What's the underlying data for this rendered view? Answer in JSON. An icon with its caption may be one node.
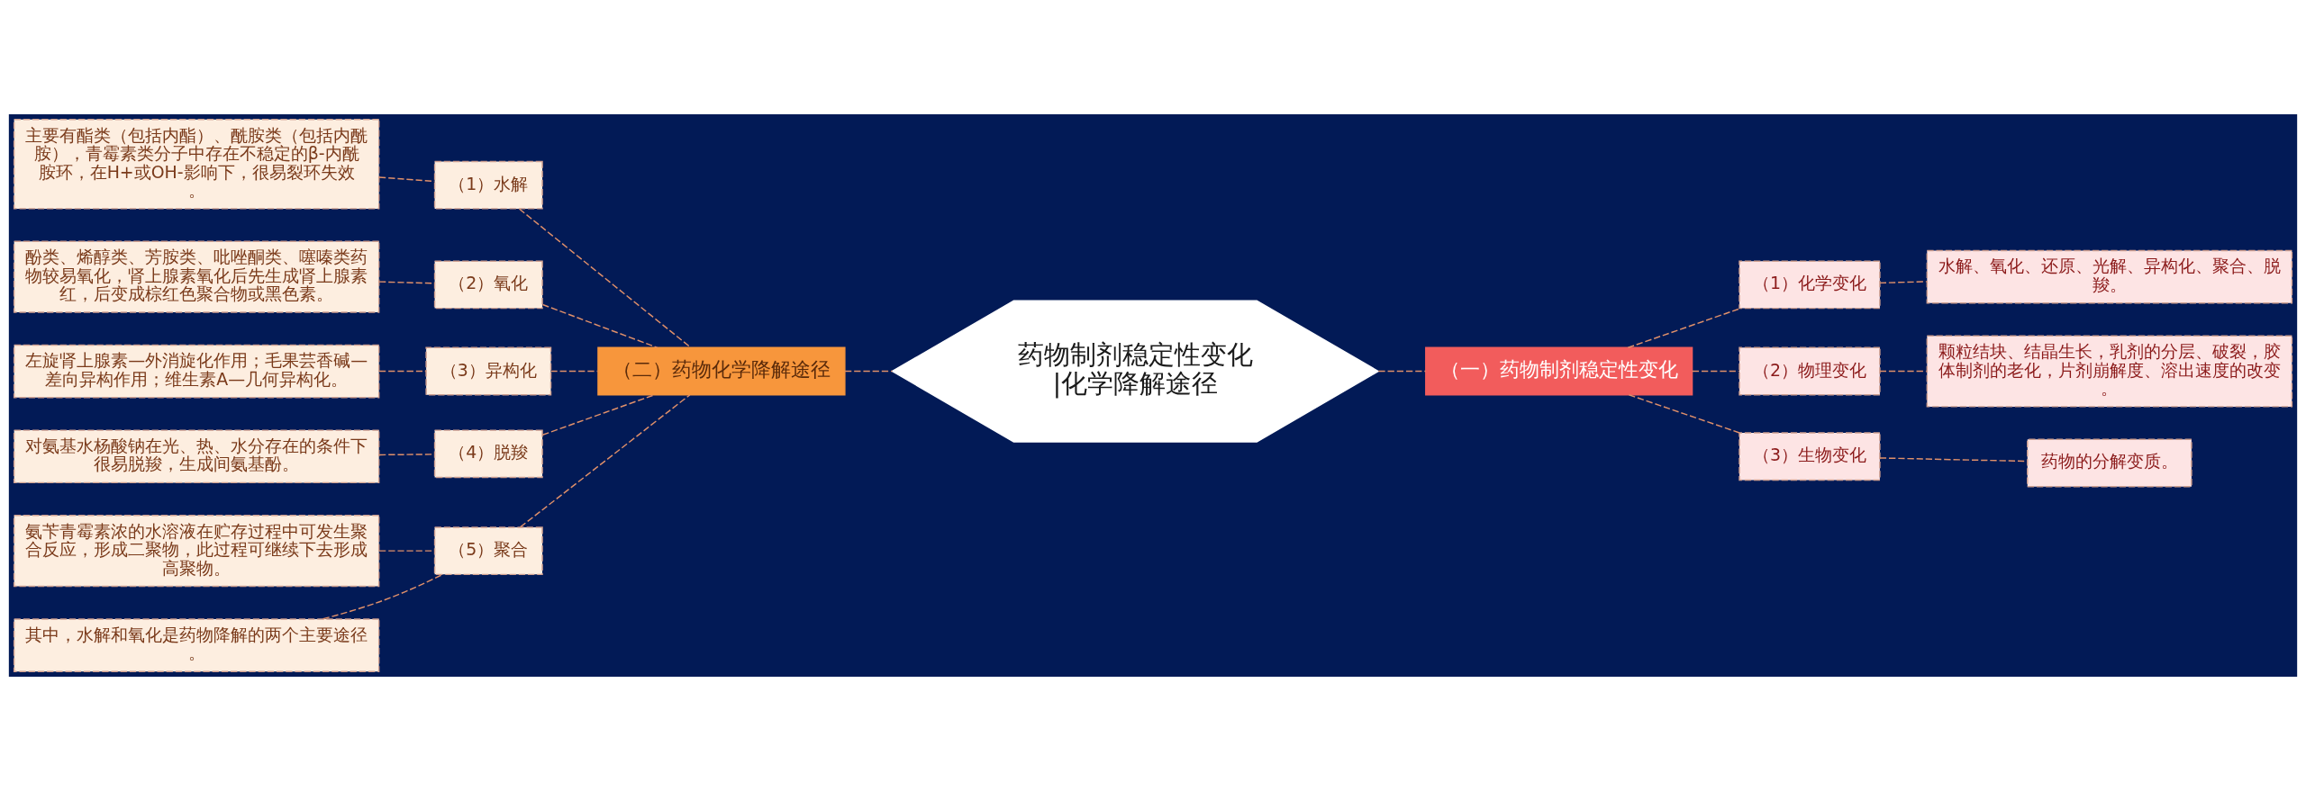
{
  "diagram": {
    "nodes": [
      {
        "text": [
          "药物制剂稳定性变化|化学降解途径"
        ]
      },
      {
        "text": [
          "（一）药物制剂稳定性变化"
        ]
      },
      {
        "text": [
          "（1）化学变化"
        ]
      },
      {
        "text": [
          "水解、氧化、还原、光解、异构化、聚合、脱羧。"
        ]
      },
      {
        "text": [
          "（2）物理变化"
        ]
      },
      {
        "text": [
          "颗粒结块、结晶生长，乳剂的分层、破裂，胶体制剂的老化，片剂崩解度、溶出速度的改变。"
        ]
      },
      {
        "text": [
          "（3）生物变化"
        ]
      },
      {
        "text": [
          "药物的分解变质。"
        ]
      },
      {
        "text": [
          "（二）药物化学降解途径"
        ]
      },
      {
        "text": [
          "（1）水解"
        ]
      },
      {
        "text": [
          "主要有酯类（包括内酯）、酰胺类（包括内酰胺），青霉素类分子中存在不稳定的β-内酰胺环，在H+或OH-影响下，很易裂环失效。"
        ]
      },
      {
        "text": [
          "（2）氧化"
        ]
      },
      {
        "text": [
          "酚类、烯醇类、芳胺类、吡唑酮类、噻嗪类药物较易氧化，肾上腺素氧化后先生成肾上腺素红，后变成棕红色聚合物或黑色素。"
        ]
      },
      {
        "text": [
          "（3）异构化"
        ]
      },
      {
        "text": [
          "左旋肾上腺素—外消旋化作用；毛果芸香碱—差向异构作用；维生素A—几何异构化。"
        ]
      },
      {
        "text": [
          "（4）脱羧"
        ]
      },
      {
        "text": [
          "对氨基水杨酸钠在光、热、水分存在的条件下很易脱羧，生成间氨基酚。"
        ]
      },
      {
        "text": [
          "（5）聚合"
        ]
      },
      {
        "text": [
          "氨苄青霉素浓的水溶液在贮存过程中可发生聚合反应，形成二聚物，此过程可继续下去形成高聚物。"
        ]
      },
      {
        "text": [
          "其中，水解和氧化是药物降解的两个主要途径。"
        ]
      }
    ],
    "edges": [
      {
        "from": 0,
        "to": 1,
        "arrow": "none",
        "style": "dashed"
      },
      {
        "from": 1,
        "to": 2,
        "arrow": "none",
        "style": "dashed"
      },
      {
        "from": 2,
        "to": 3,
        "arrow": "none",
        "style": "dashed"
      },
      {
        "from": 1,
        "to": 4,
        "arrow": "none",
        "style": "dashed"
      },
      {
        "from": 4,
        "to": 5,
        "arrow": "none",
        "style": "dashed"
      },
      {
        "from": 1,
        "to": 6,
        "arrow": "none",
        "style": "dashed"
      },
      {
        "from": 6,
        "to": 7,
        "arrow": "none",
        "style": "dashed"
      },
      {
        "from": 0,
        "to": 8,
        "arrow": "none",
        "style": "dashed"
      },
      {
        "from": 8,
        "to": 9,
        "arrow": "none",
        "style": "dashed"
      },
      {
        "from": 9,
        "to": 10,
        "arrow": "none",
        "style": "dashed"
      },
      {
        "from": 8,
        "to": 11,
        "arrow": "none",
        "style": "dashed"
      },
      {
        "from": 11,
        "to": 12,
        "arrow": "none",
        "style": "dashed"
      },
      {
        "from": 8,
        "to": 13,
        "arrow": "none",
        "style": "dashed"
      },
      {
        "from": 13,
        "to": 14,
        "arrow": "none",
        "style": "dashed"
      },
      {
        "from": 8,
        "to": 15,
        "arrow": "none",
        "style": "dashed"
      },
      {
        "from": 15,
        "to": 16,
        "arrow": "none",
        "style": "dashed"
      },
      {
        "from": 8,
        "to": 17,
        "arrow": "none",
        "style": "dashed"
      },
      {
        "from": 17,
        "to": 18,
        "arrow": "none",
        "style": "dashed"
      },
      {
        "from": 17,
        "to": 19,
        "arrow": "none",
        "style": "dashed"
      }
    ]
  }
}
